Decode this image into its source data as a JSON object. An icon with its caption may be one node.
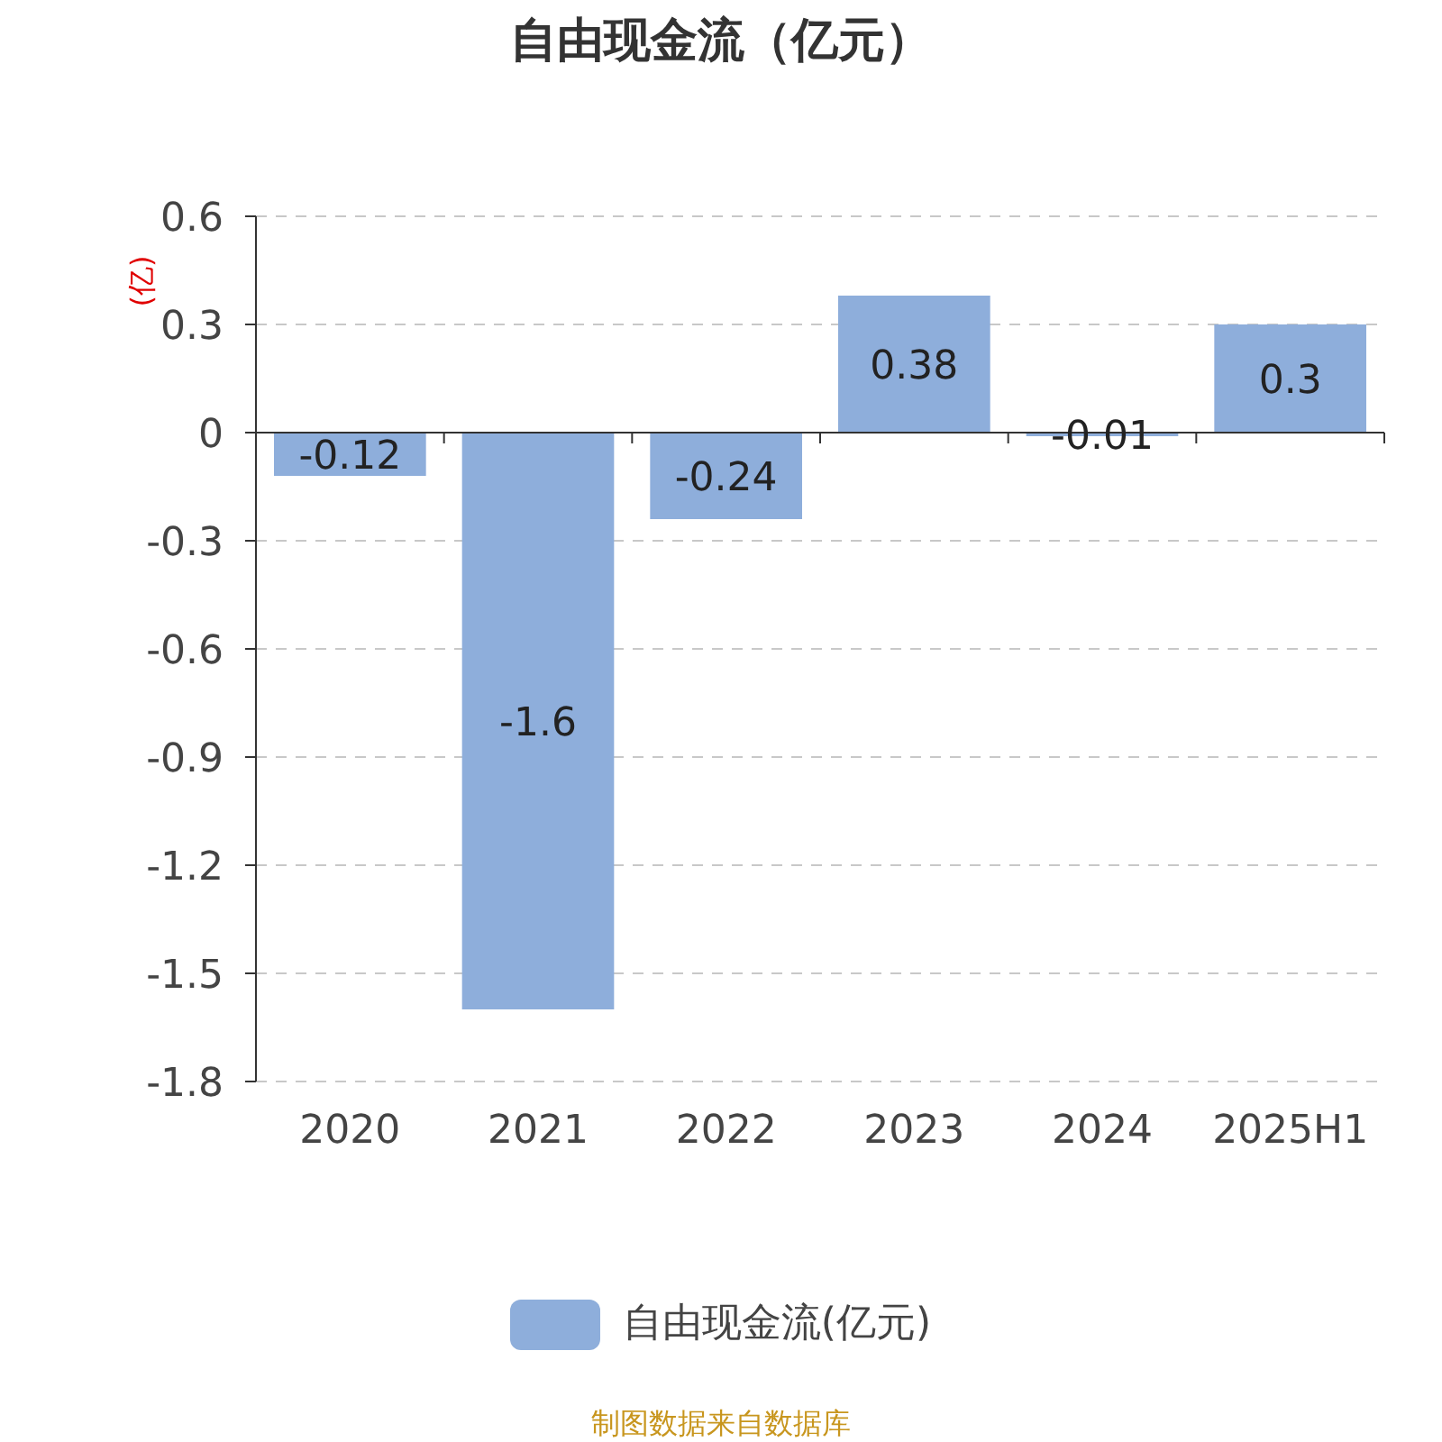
{
  "diagram": {
    "title": "自由现金流（亿元）",
    "chart_data": {
      "type": "bar",
      "ylabel": "(亿)",
      "categories": [
        "2020",
        "2021",
        "2022",
        "2023",
        "2024",
        "2025H1"
      ],
      "series": [
        {
          "name": "自由现金流(亿元)",
          "color": "#8eaedb",
          "values": [
            -0.12,
            -1.6,
            -0.24,
            0.38,
            -0.01,
            0.3
          ]
        }
      ],
      "ylim": [
        -1.8,
        0.6
      ],
      "yticks": [
        0.6,
        0.3,
        0,
        -0.3,
        -0.6,
        -0.9,
        -1.2,
        -1.5,
        -1.8
      ],
      "grid": true,
      "data_labels": true
    },
    "labels": [
      "制图数据来自数据库"
    ]
  }
}
